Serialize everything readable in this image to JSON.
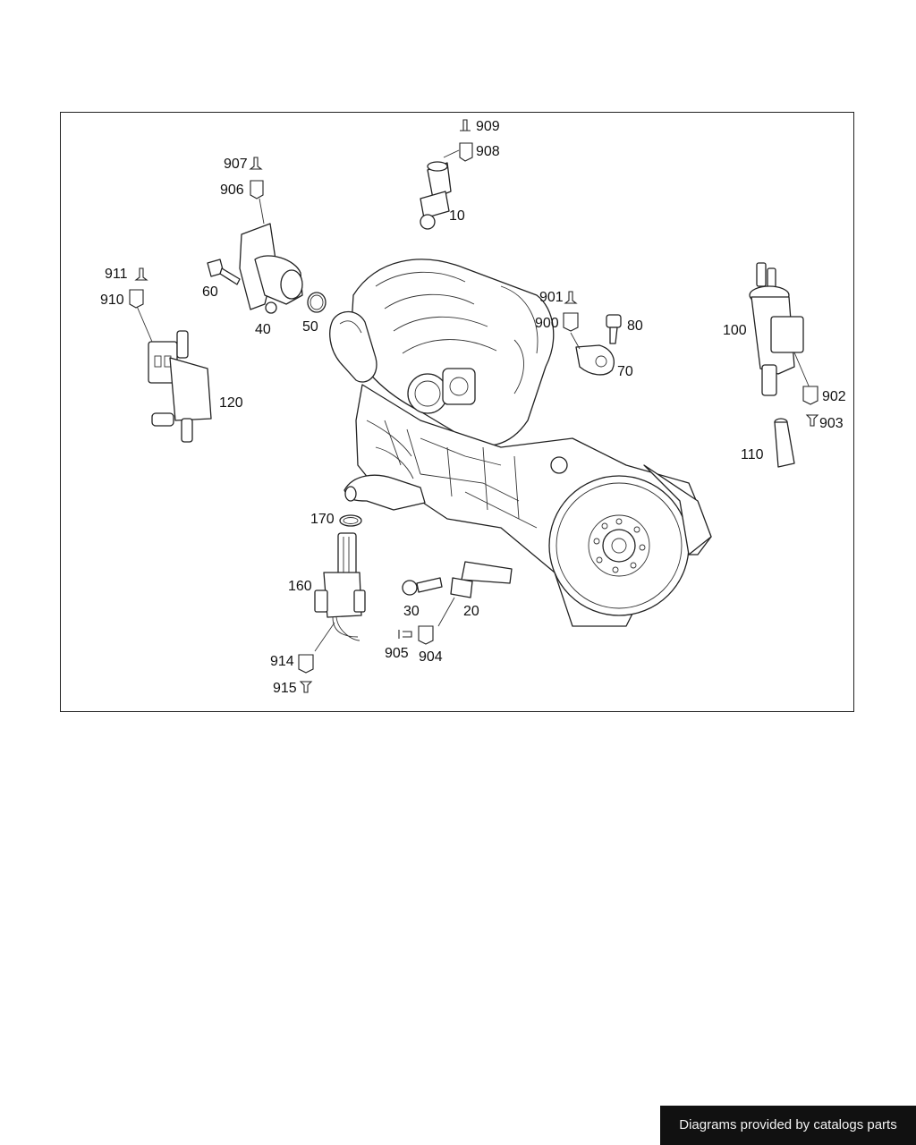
{
  "diagram": {
    "callouts": {
      "p909": "909",
      "p908": "908",
      "p10": "10",
      "p907": "907",
      "p906": "906",
      "p911": "911",
      "p910": "910",
      "p60": "60",
      "p40": "40",
      "p50": "50",
      "p901": "901",
      "p900": "900",
      "p80": "80",
      "p70": "70",
      "p100": "100",
      "p902": "902",
      "p903": "903",
      "p110": "110",
      "p120": "120",
      "p170": "170",
      "p160": "160",
      "p30": "30",
      "p20": "20",
      "p905": "905",
      "p904": "904",
      "p914": "914",
      "p915": "915"
    }
  },
  "footer": {
    "text": "Diagrams provided by catalogs parts"
  },
  "colors": {
    "line": "#222222",
    "badge_bg": "#111111",
    "badge_text": "#f2f2f2"
  }
}
